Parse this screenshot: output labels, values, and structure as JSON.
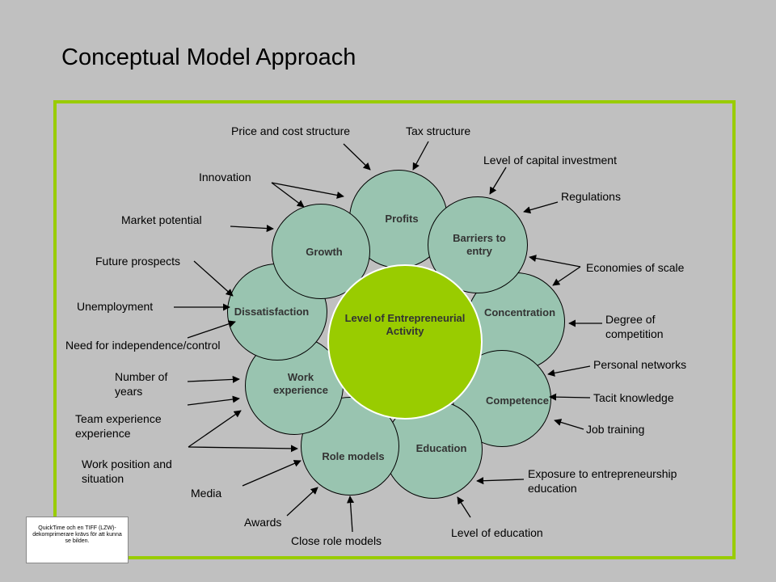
{
  "title": "Conceptual Model Approach",
  "colors": {
    "frame": "#99cc00",
    "center": "#99cc00",
    "petal": "#99c4b0",
    "background": "#c0c0c0"
  },
  "center": {
    "label": "Level of Entrepreneurial Activity"
  },
  "petals": {
    "profits": "Profits",
    "barriers": "Barriers to entry",
    "growth": "Growth",
    "dissatisfaction": "Dissatisfaction",
    "concentration": "Concentration",
    "work_experience": "Work experience",
    "competence": "Competence",
    "education": "Education",
    "role_models": "Role models"
  },
  "factors": {
    "price_cost": "Price and cost structure",
    "tax": "Tax structure",
    "capital": "Level of capital investment",
    "regulations": "Regulations",
    "economies": "Economies of scale",
    "innovation": "Innovation",
    "market": "Market potential",
    "future": "Future prospects",
    "unemployment": "Unemployment",
    "independence": "Need for independence/control",
    "degree_competition": "Degree of competition",
    "personal_networks": "Personal networks",
    "tacit": "Tacit knowledge",
    "job_training": "Job training",
    "number_years": "Number of years",
    "team_experience": "Team experience experience",
    "work_position": "Work position and situation",
    "media": "Media",
    "awards": "Awards",
    "close_role": "Close role models",
    "exposure": "Exposure to entrepreneurship education",
    "level_education": "Level of education"
  },
  "quicktime_notice": "QuickTime och en TIFF (LZW)-dekomprimerare krävs för att kunna se bilden."
}
